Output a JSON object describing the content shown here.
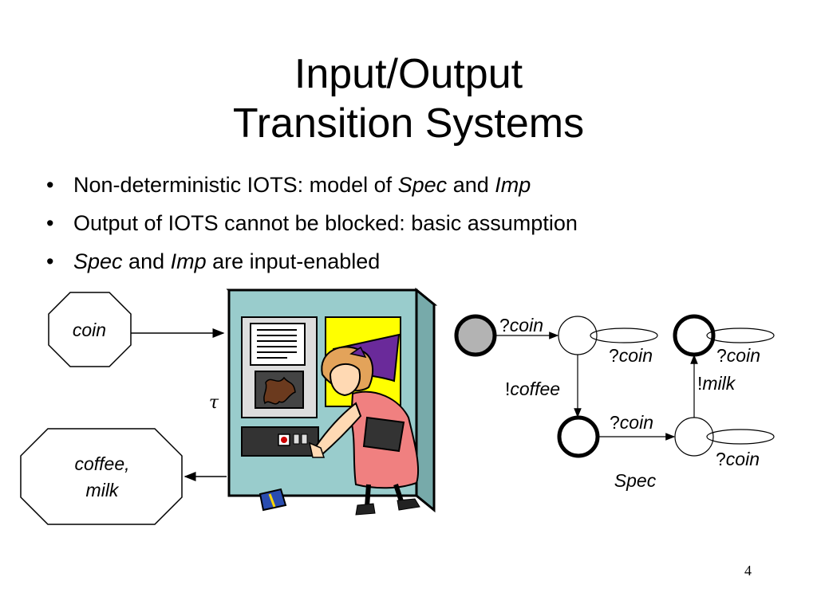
{
  "slide": {
    "title_line1": "Input/Output",
    "title_line2": "Transition Systems",
    "page_number": "4"
  },
  "bullets": [
    {
      "parts": [
        "Non-deterministic IOTS: model of ",
        "Spec",
        " and ",
        "Imp"
      ]
    },
    {
      "parts": [
        "Output of IOTS cannot be blocked: basic assumption"
      ]
    },
    {
      "parts": [
        "Spec",
        " and ",
        "Imp",
        " are input-enabled"
      ]
    }
  ],
  "machine": {
    "input_label": "coin",
    "output_line1": "coffee,",
    "output_line2": "milk",
    "internal_label": "τ",
    "colors": {
      "body": "#99cccc",
      "woman_dress": "#f08080",
      "window": "#ffff00",
      "purple": "#6a2a9a"
    }
  },
  "lts": {
    "name": "Spec",
    "prefix_input": "?",
    "prefix_output": "!",
    "labels": {
      "init_coin": "coin",
      "s1_loop": "coin",
      "s1_coffee": "coffee",
      "s2_coin": "coin",
      "s3_milk": "milk",
      "s3_loop": "coin",
      "s4_loop": "coin"
    },
    "colors": {
      "initial_fill": "#b3b3b3",
      "state_fill": "#ffffff"
    }
  }
}
